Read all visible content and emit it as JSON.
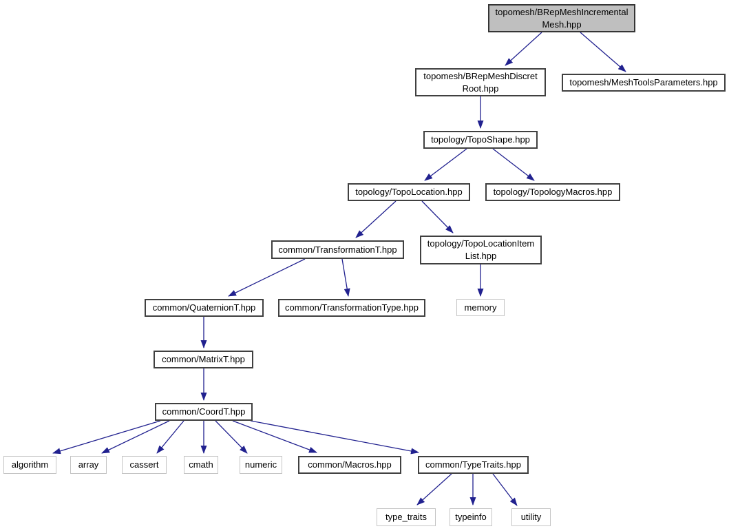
{
  "diagram": {
    "type": "include-dependency-graph",
    "colors": {
      "edge": "#21218f",
      "node_border": "#404040",
      "system_node_border": "#c4c4c4",
      "main_node_fill": "#bfbfbf",
      "node_fill": "#ffffff",
      "text": "#000000",
      "background": "#ffffff"
    },
    "nodes": [
      {
        "label": "topomesh/BRepMeshIncremental\nMesh.hpp",
        "kind": "main"
      },
      {
        "label": "topomesh/BRepMeshDiscret\nRoot.hpp",
        "kind": "header"
      },
      {
        "label": "topomesh/MeshToolsParameters.hpp",
        "kind": "header"
      },
      {
        "label": "topology/TopoShape.hpp",
        "kind": "header"
      },
      {
        "label": "topology/TopoLocation.hpp",
        "kind": "header"
      },
      {
        "label": "topology/TopologyMacros.hpp",
        "kind": "header"
      },
      {
        "label": "common/TransformationT.hpp",
        "kind": "header"
      },
      {
        "label": "topology/TopoLocationItem\nList.hpp",
        "kind": "header"
      },
      {
        "label": "common/QuaternionT.hpp",
        "kind": "header"
      },
      {
        "label": "common/TransformationType.hpp",
        "kind": "header"
      },
      {
        "label": "memory",
        "kind": "system"
      },
      {
        "label": "common/MatrixT.hpp",
        "kind": "header"
      },
      {
        "label": "common/CoordT.hpp",
        "kind": "header"
      },
      {
        "label": "algorithm",
        "kind": "system"
      },
      {
        "label": "array",
        "kind": "system"
      },
      {
        "label": "cassert",
        "kind": "system"
      },
      {
        "label": "cmath",
        "kind": "system"
      },
      {
        "label": "numeric",
        "kind": "system"
      },
      {
        "label": "common/Macros.hpp",
        "kind": "header"
      },
      {
        "label": "common/TypeTraits.hpp",
        "kind": "header"
      },
      {
        "label": "type_traits",
        "kind": "system"
      },
      {
        "label": "typeinfo",
        "kind": "system"
      },
      {
        "label": "utility",
        "kind": "system"
      }
    ],
    "edges": [
      {
        "from": "topomesh/BRepMeshIncrementalMesh.hpp",
        "to": "topomesh/BRepMeshDiscretRoot.hpp"
      },
      {
        "from": "topomesh/BRepMeshIncrementalMesh.hpp",
        "to": "topomesh/MeshToolsParameters.hpp"
      },
      {
        "from": "topomesh/BRepMeshDiscretRoot.hpp",
        "to": "topology/TopoShape.hpp"
      },
      {
        "from": "topology/TopoShape.hpp",
        "to": "topology/TopoLocation.hpp"
      },
      {
        "from": "topology/TopoShape.hpp",
        "to": "topology/TopologyMacros.hpp"
      },
      {
        "from": "topology/TopoLocation.hpp",
        "to": "common/TransformationT.hpp"
      },
      {
        "from": "topology/TopoLocation.hpp",
        "to": "topology/TopoLocationItemList.hpp"
      },
      {
        "from": "common/TransformationT.hpp",
        "to": "common/QuaternionT.hpp"
      },
      {
        "from": "common/TransformationT.hpp",
        "to": "common/TransformationType.hpp"
      },
      {
        "from": "topology/TopoLocationItemList.hpp",
        "to": "memory"
      },
      {
        "from": "common/QuaternionT.hpp",
        "to": "common/MatrixT.hpp"
      },
      {
        "from": "common/MatrixT.hpp",
        "to": "common/CoordT.hpp"
      },
      {
        "from": "common/CoordT.hpp",
        "to": "algorithm"
      },
      {
        "from": "common/CoordT.hpp",
        "to": "array"
      },
      {
        "from": "common/CoordT.hpp",
        "to": "cassert"
      },
      {
        "from": "common/CoordT.hpp",
        "to": "cmath"
      },
      {
        "from": "common/CoordT.hpp",
        "to": "numeric"
      },
      {
        "from": "common/CoordT.hpp",
        "to": "common/Macros.hpp"
      },
      {
        "from": "common/CoordT.hpp",
        "to": "common/TypeTraits.hpp"
      },
      {
        "from": "common/TypeTraits.hpp",
        "to": "type_traits"
      },
      {
        "from": "common/TypeTraits.hpp",
        "to": "typeinfo"
      },
      {
        "from": "common/TypeTraits.hpp",
        "to": "utility"
      }
    ]
  }
}
